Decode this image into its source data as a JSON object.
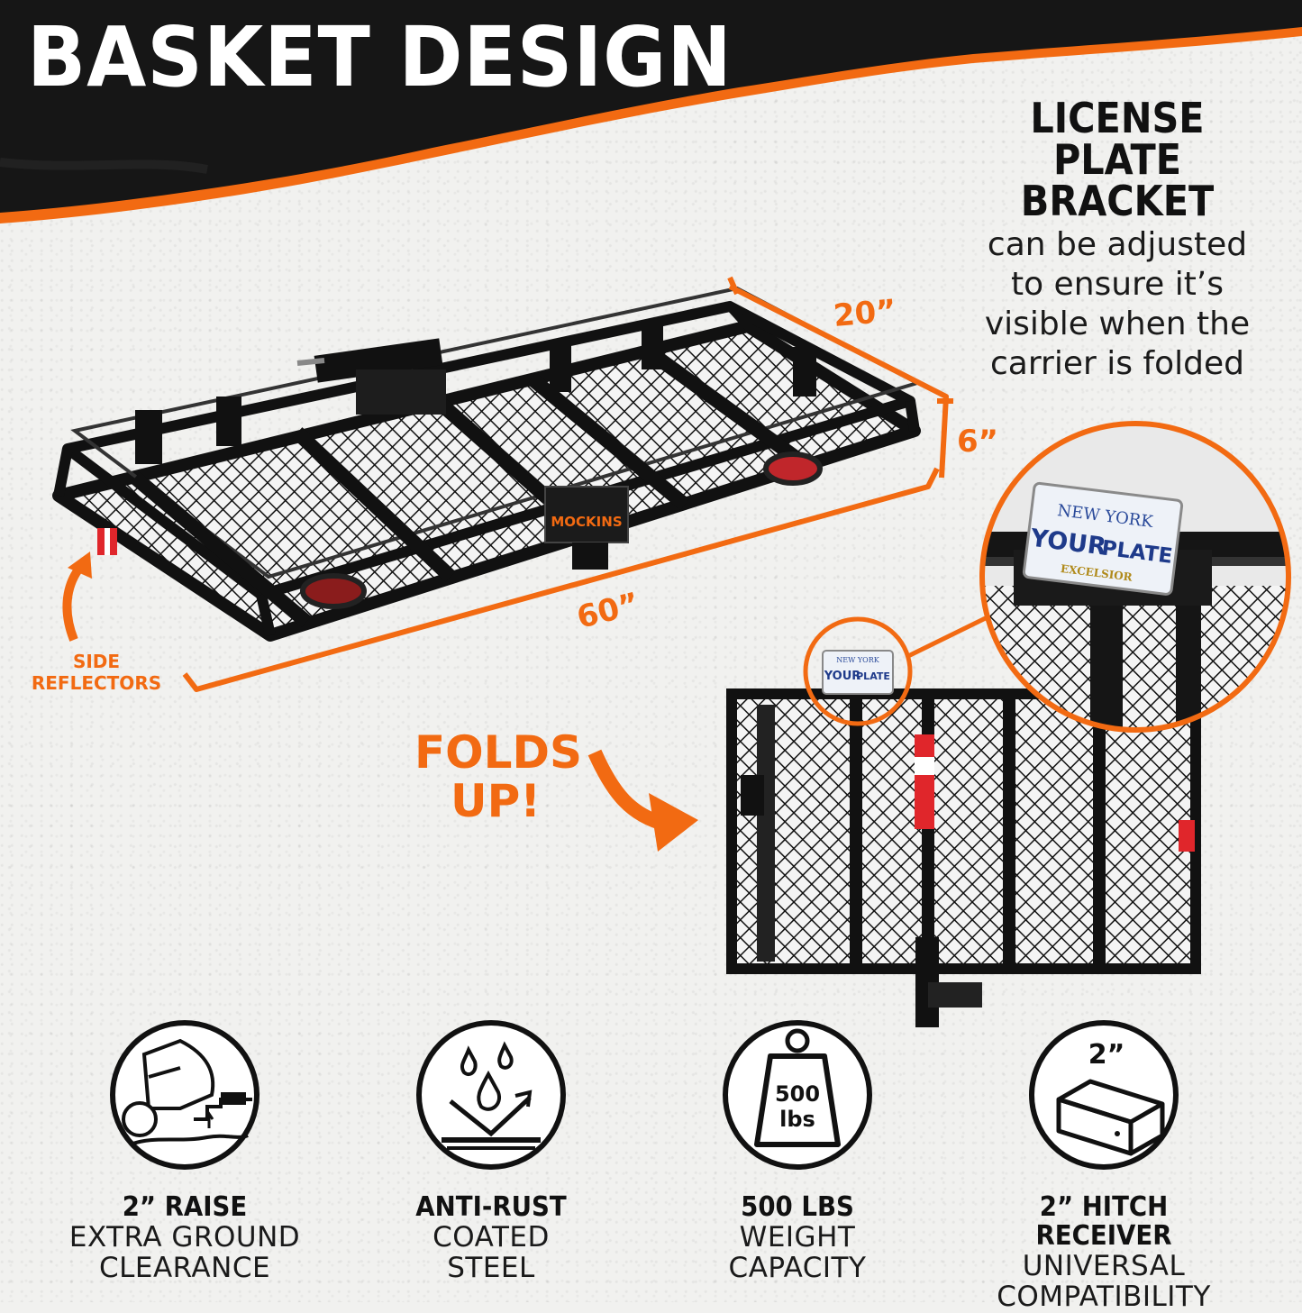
{
  "header": {
    "title": "BASKET DESIGN"
  },
  "license_plate": {
    "heading_lines": [
      "LICENSE",
      "PLATE",
      "BRACKET"
    ],
    "body_lines": [
      "can be adjusted",
      "to ensure it’s",
      "visible when the",
      "carrier is folded"
    ]
  },
  "dimensions": {
    "width": "20”",
    "height": "6”",
    "length": "60”"
  },
  "callouts": {
    "side_reflectors_lines": [
      "SIDE",
      "REFLECTORS"
    ],
    "folds_lines": [
      "FOLDS",
      "UP!"
    ]
  },
  "product": {
    "brand": "MOCKINS",
    "plate": {
      "state": "NEW YORK",
      "text": "YOUR",
      "text2": "PLATE",
      "motto": "EXCELSIOR"
    }
  },
  "features": [
    {
      "icon": "raise-icon",
      "title": "2” RAISE",
      "sub1": "EXTRA GROUND",
      "sub2": "CLEARANCE"
    },
    {
      "icon": "water-drop-icon",
      "title": "ANTI-RUST",
      "sub1": "COATED",
      "sub2": "STEEL"
    },
    {
      "icon": "weight-icon",
      "title": "500 LBS",
      "sub1": "WEIGHT",
      "sub2": "CAPACITY",
      "icon_label1": "500",
      "icon_label2": "lbs"
    },
    {
      "icon": "hitch-tube-icon",
      "title": "2” HITCH RECEIVER",
      "sub1": "UNIVERSAL",
      "sub2": "COMPATIBILITY",
      "icon_label1": "2”"
    }
  ],
  "colors": {
    "accent": "#f26a12",
    "dark": "#141414",
    "background": "#f1f1ef",
    "reflector": "#e0262b"
  }
}
